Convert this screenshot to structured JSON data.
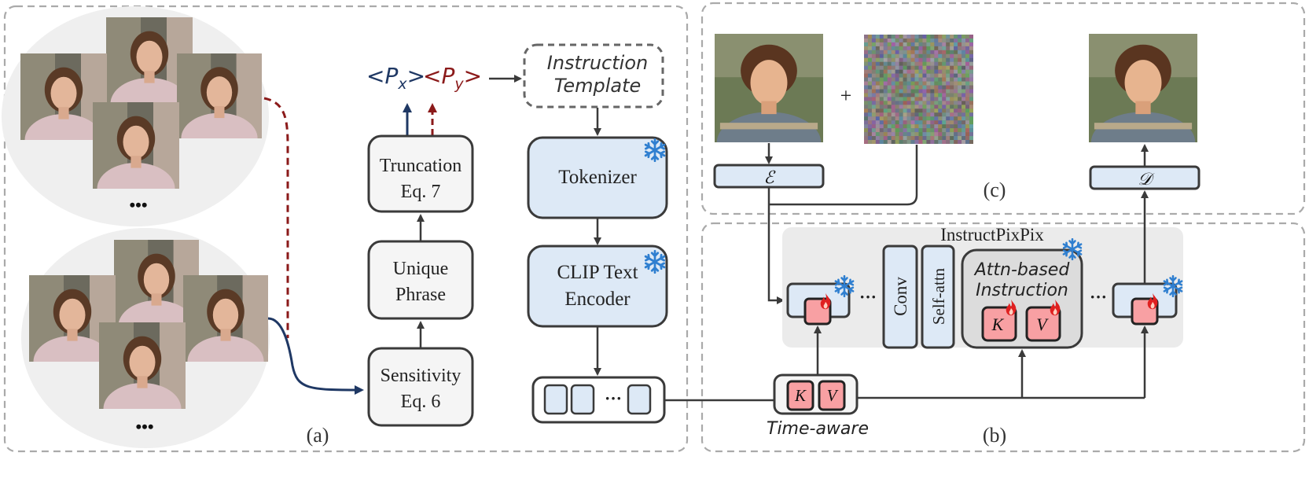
{
  "colors": {
    "navy": "#1f3864",
    "crimson": "#8b1a1a",
    "box_blue": "#dde9f6",
    "box_gray": "#f5f5f5",
    "lora_red": "#f8a0a3",
    "panel_border": "#aaaaaa",
    "dark_stroke": "#3a3a3a"
  },
  "panel_labels": {
    "a": "(a)",
    "b": "(b)",
    "c": "(c)"
  },
  "ellipsis": "•••",
  "dots": "···",
  "tokens": {
    "px": "<P",
    "px_sub": "x",
    "py": "<P",
    "py_sub": "y",
    "close": ">"
  },
  "pipeline": {
    "truncation": [
      "Truncation",
      "Eq. 7"
    ],
    "unique_phrase": [
      "Unique",
      "Phrase"
    ],
    "sensitivity": [
      "Sensitivity",
      "Eq. 6"
    ]
  },
  "text_encoder": {
    "instruction_template": [
      "Instruction",
      "Template"
    ],
    "tokenizer": "Tokenizer",
    "clip_encoder": [
      "CLIP Text",
      "Encoder"
    ]
  },
  "unet": {
    "title": "InstructPixPix",
    "conv": "Conv",
    "self_attn": "Self-attn",
    "attn_block": [
      "Attn-based",
      "Instruction"
    ],
    "k": "K",
    "v": "V",
    "time_aware": "Time-aware"
  },
  "vae": {
    "encoder": "ℰ",
    "decoder": "𝒟",
    "plus": "+"
  },
  "icons": {
    "frozen": "snowflake-icon",
    "trainable": "flame-icon",
    "photo": "portrait-photo"
  }
}
